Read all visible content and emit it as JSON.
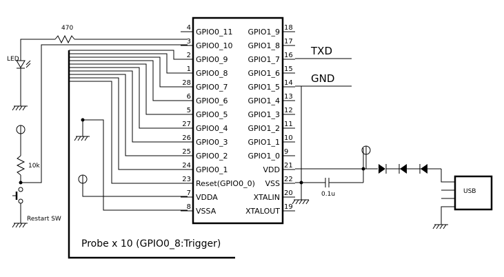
{
  "chip": {
    "left_pins": [
      {
        "num": "4",
        "name": "GPIO0_11"
      },
      {
        "num": "3",
        "name": "GPIO0_10"
      },
      {
        "num": "2",
        "name": "GPIO0_9"
      },
      {
        "num": "1",
        "name": "GPIO0_8"
      },
      {
        "num": "28",
        "name": "GPIO0_7"
      },
      {
        "num": "6",
        "name": "GPIO0_6"
      },
      {
        "num": "5",
        "name": "GPIO0_5"
      },
      {
        "num": "27",
        "name": "GPIO0_4"
      },
      {
        "num": "26",
        "name": "GPIO0_3"
      },
      {
        "num": "25",
        "name": "GPIO0_2"
      },
      {
        "num": "24",
        "name": "GPIO0_1"
      },
      {
        "num": "23",
        "name": "Reset(GPIO0_0)"
      },
      {
        "num": "7",
        "name": "VDDA"
      },
      {
        "num": "8",
        "name": "VSSA"
      }
    ],
    "right_pins": [
      {
        "num": "18",
        "name": "GPIO1_9"
      },
      {
        "num": "17",
        "name": "GPIO1_8"
      },
      {
        "num": "16",
        "name": "GPIO1_7"
      },
      {
        "num": "15",
        "name": "GPIO1_6"
      },
      {
        "num": "14",
        "name": "GPIO1_5"
      },
      {
        "num": "13",
        "name": "GPIO1_4"
      },
      {
        "num": "12",
        "name": "GPIO1_3"
      },
      {
        "num": "11",
        "name": "GPIO1_2"
      },
      {
        "num": "10",
        "name": "GPIO1_1"
      },
      {
        "num": "9",
        "name": "GPIO1_0"
      },
      {
        "num": "21",
        "name": "VDD"
      },
      {
        "num": "22",
        "name": "VSS"
      },
      {
        "num": "20",
        "name": "XTALIN"
      },
      {
        "num": "19",
        "name": "XTALOUT"
      }
    ]
  },
  "labels": {
    "txd": "TXD",
    "gnd": "GND",
    "resistor_470": "470",
    "led": "LED",
    "resistor_10k": "10k",
    "restart_sw": "Restart SW",
    "cap": "0.1u",
    "usb": "USB",
    "probe_note": "Probe x 10 (GPIO0_8:Trigger)"
  }
}
